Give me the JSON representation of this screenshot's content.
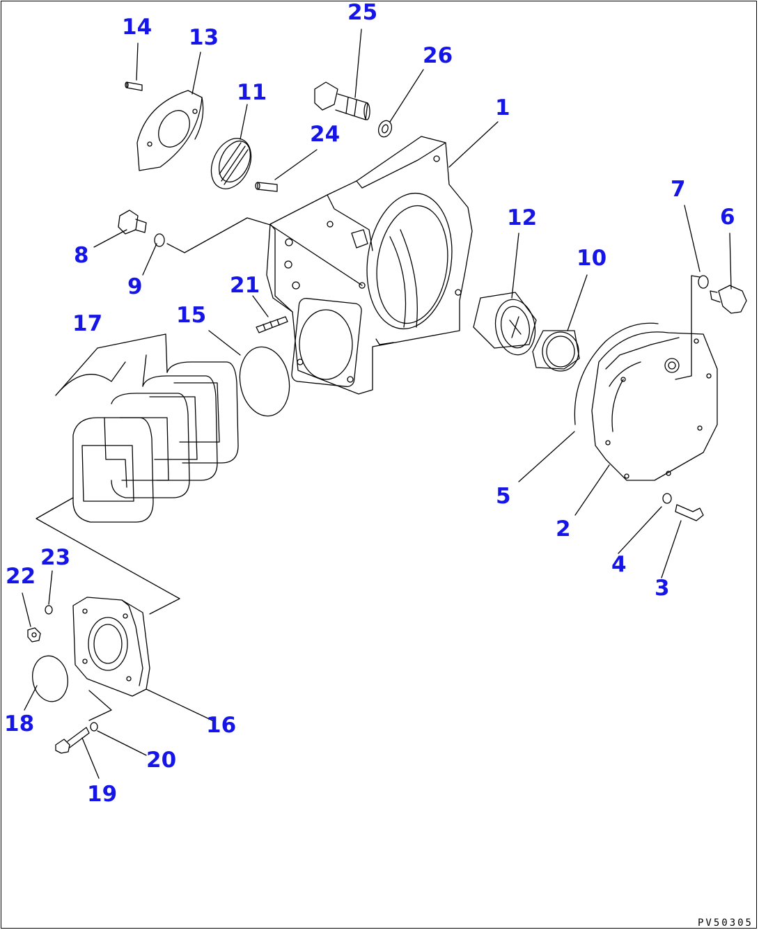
{
  "diagram": {
    "reference_code": "PV50305",
    "callouts": [
      {
        "id": "c1",
        "label": "1"
      },
      {
        "id": "c2",
        "label": "2"
      },
      {
        "id": "c3",
        "label": "3"
      },
      {
        "id": "c4",
        "label": "4"
      },
      {
        "id": "c5",
        "label": "5"
      },
      {
        "id": "c6",
        "label": "6"
      },
      {
        "id": "c7",
        "label": "7"
      },
      {
        "id": "c8",
        "label": "8"
      },
      {
        "id": "c9",
        "label": "9"
      },
      {
        "id": "c10",
        "label": "10"
      },
      {
        "id": "c11",
        "label": "11"
      },
      {
        "id": "c12",
        "label": "12"
      },
      {
        "id": "c13",
        "label": "13"
      },
      {
        "id": "c14",
        "label": "14"
      },
      {
        "id": "c15",
        "label": "15"
      },
      {
        "id": "c16",
        "label": "16"
      },
      {
        "id": "c17",
        "label": "17"
      },
      {
        "id": "c18",
        "label": "18"
      },
      {
        "id": "c19",
        "label": "19"
      },
      {
        "id": "c20",
        "label": "20"
      },
      {
        "id": "c21",
        "label": "21"
      },
      {
        "id": "c22",
        "label": "22"
      },
      {
        "id": "c23",
        "label": "23"
      },
      {
        "id": "c24",
        "label": "24"
      },
      {
        "id": "c25",
        "label": "25"
      },
      {
        "id": "c26",
        "label": "26"
      }
    ],
    "colors": {
      "callout": "#1515e8",
      "line": "#000000",
      "background": "#ffffff"
    }
  }
}
